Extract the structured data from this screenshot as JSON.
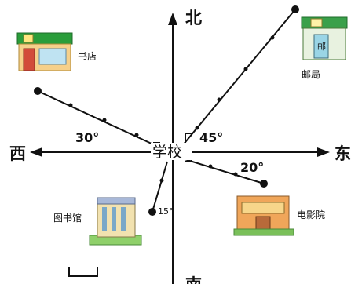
{
  "directions": {
    "north": "北",
    "south": "南",
    "east": "东",
    "west": "西"
  },
  "center_label": "学校",
  "places": {
    "bookstore": "书店",
    "post_office": "邮局",
    "library": "图书馆",
    "cinema": "电影院"
  },
  "angles": {
    "bookstore": "30°",
    "post_office": "45°",
    "cinema": "20°",
    "library": "15°"
  },
  "post_office_sign": "邮"
}
